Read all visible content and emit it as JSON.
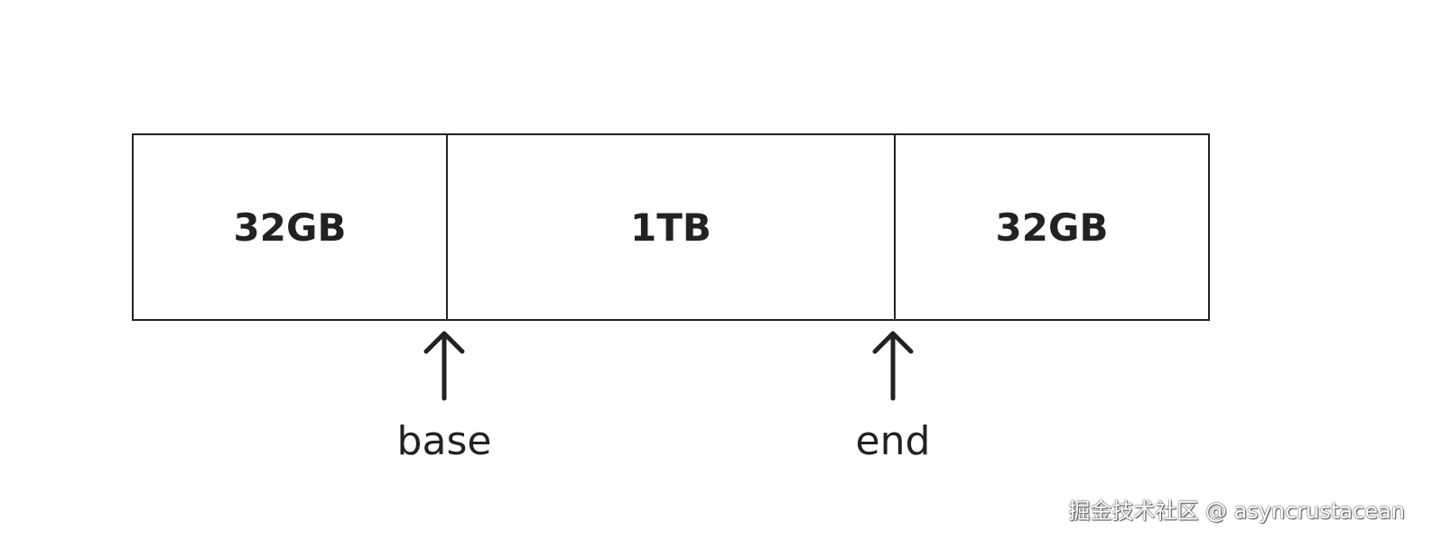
{
  "segments": [
    {
      "label": "32GB"
    },
    {
      "label": "1TB"
    },
    {
      "label": "32GB"
    }
  ],
  "markers": [
    {
      "label": "base",
      "icon": "arrow-up-icon"
    },
    {
      "label": "end",
      "icon": "arrow-up-icon"
    }
  ],
  "watermark": "掘金技术社区 @ asyncrustacean",
  "colors": {
    "stroke": "#222222",
    "background": "#ffffff"
  }
}
